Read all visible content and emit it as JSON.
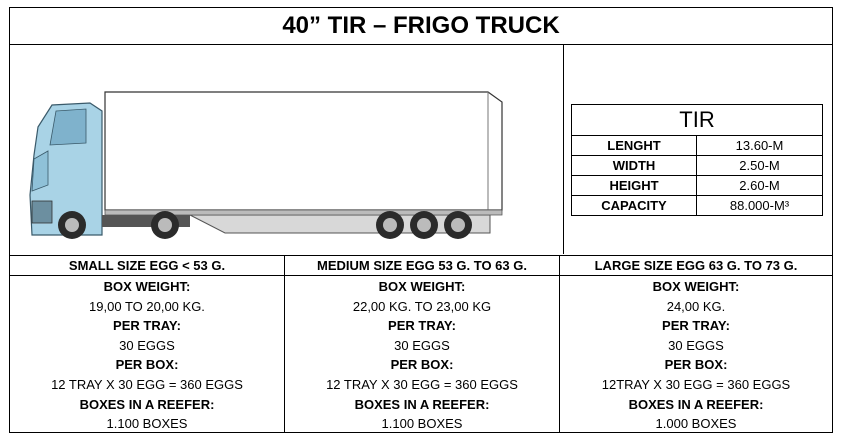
{
  "title": "40” TIR – FRIGO TRUCK",
  "image": {
    "icon": "reefer-truck-icon",
    "cab_color": "#a9d3e6"
  },
  "tir": {
    "heading": "TIR",
    "rows": [
      {
        "label": "LENGHT",
        "value": "13.60-M"
      },
      {
        "label": "WIDTH",
        "value": "2.50-M"
      },
      {
        "label": "HEIGHT",
        "value": "2.60-M"
      },
      {
        "label": "CAPACITY",
        "value": "88.000-M³"
      }
    ]
  },
  "columns": [
    {
      "header": "SMALL SIZE EGG < 53 G.",
      "lines": [
        "BOX WEIGHT:",
        "19,00 TO 20,00 KG.",
        "PER TRAY:",
        "30 EGGS",
        "PER BOX:",
        "12 TRAY X 30 EGG = 360 EGGS",
        "BOXES IN A REEFER:",
        "1.100 BOXES"
      ]
    },
    {
      "header": "MEDIUM SIZE EGG 53 G. TO 63 G.",
      "lines": [
        "BOX WEIGHT:",
        "22,00 KG. TO 23,00 KG",
        "PER TRAY:",
        "30 EGGS",
        "PER BOX:",
        "12 TRAY X 30 EGG = 360 EGGS",
        "BOXES IN A REEFER:",
        "1.100 BOXES"
      ]
    },
    {
      "header": "LARGE SIZE EGG 63 G. TO 73 G.",
      "lines": [
        "BOX WEIGHT:",
        "24,00 KG.",
        "PER TRAY:",
        "30 EGGS",
        "PER BOX:",
        "12TRAY X 30 EGG = 360 EGGS",
        "BOXES IN A REEFER:",
        "1.000 BOXES"
      ]
    }
  ]
}
